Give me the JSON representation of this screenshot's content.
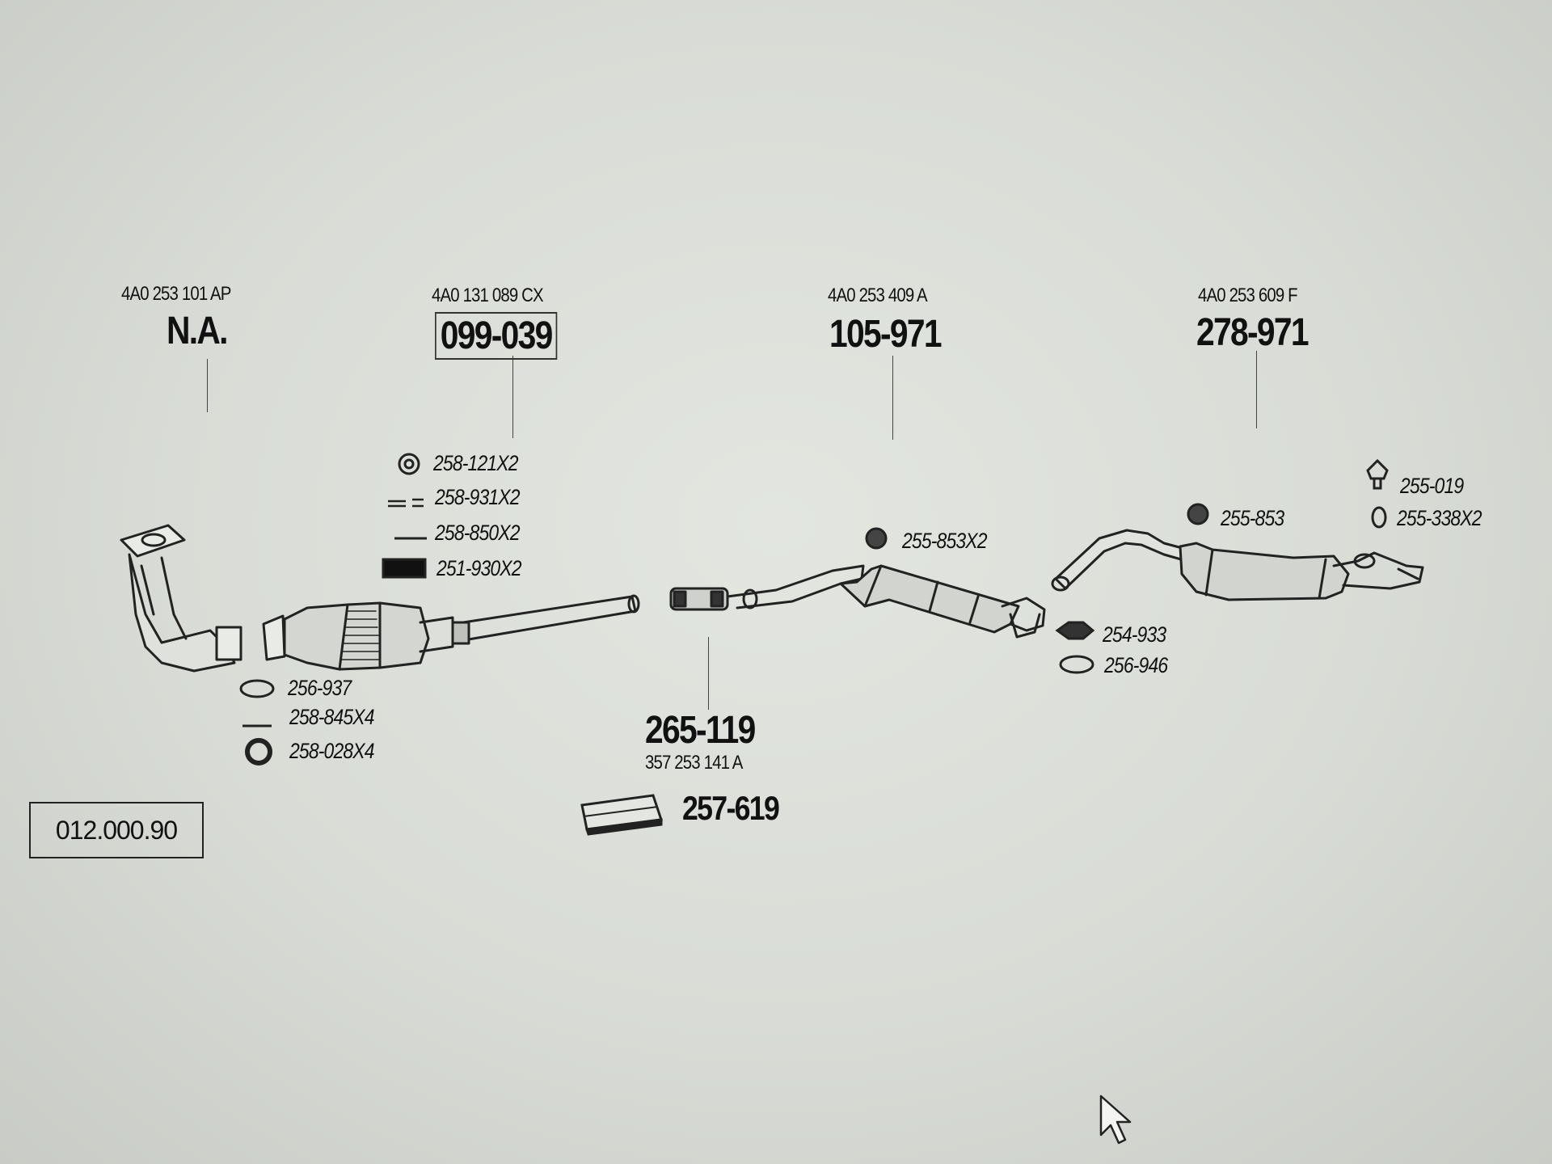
{
  "diagram_ref": "012.000.90",
  "sections": [
    {
      "oem": "4A0 253 101 AP",
      "part": "N.A."
    },
    {
      "oem": "4A0 131 089 CX",
      "part": "099-039"
    },
    {
      "oem": "4A0 253 409 A",
      "part": "105-971"
    },
    {
      "oem": "4A0 253 609 F",
      "part": "278-971"
    }
  ],
  "middle_pipe": {
    "part": "265-119",
    "oem": "357 253 141 A"
  },
  "heat_shield": {
    "part": "257-619"
  },
  "accessories": {
    "cat_group": [
      "258-121X2",
      "258-931X2",
      "258-850X2",
      "251-930X2"
    ],
    "manifold_group": [
      "256-937",
      "258-845X4",
      "258-028X4"
    ],
    "center_box": [
      "255-853X2"
    ],
    "joint_group": [
      "254-933",
      "256-946"
    ],
    "rear_box": [
      "255-853"
    ],
    "tail_group": [
      "255-019",
      "255-338X2"
    ]
  }
}
